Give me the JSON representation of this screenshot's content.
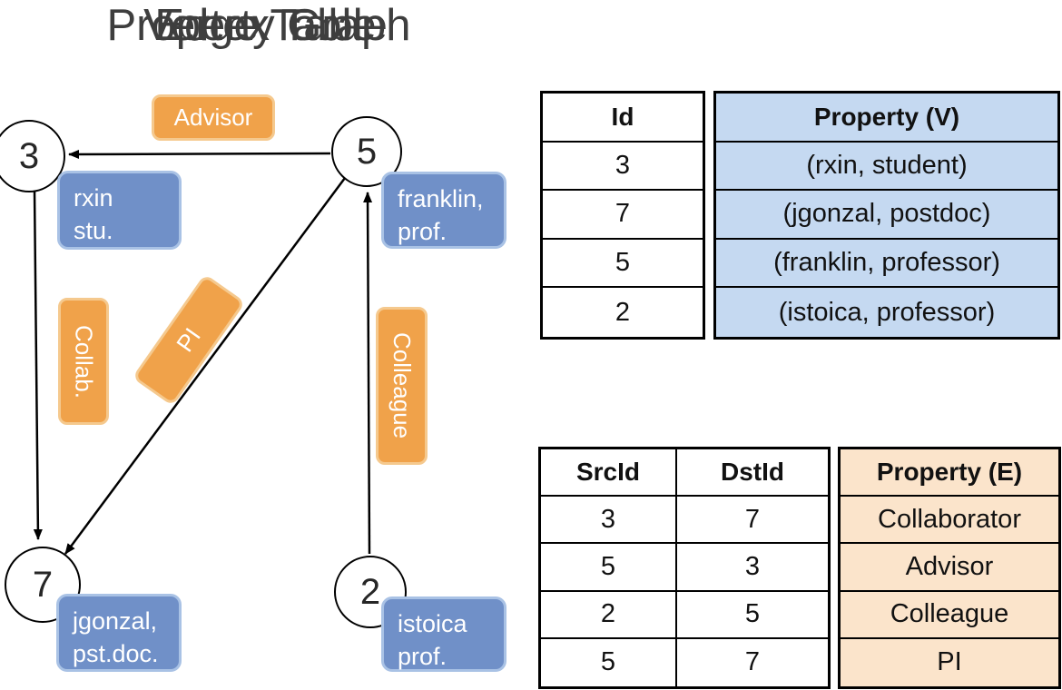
{
  "graph": {
    "title": "Property Graph",
    "nodes": [
      {
        "id": "3"
      },
      {
        "id": "5"
      },
      {
        "id": "7"
      },
      {
        "id": "2"
      }
    ],
    "vertex_labels": [
      {
        "line1": "rxin",
        "line2": "stu."
      },
      {
        "line1": "franklin,",
        "line2": "prof."
      },
      {
        "line1": "jgonzal,",
        "line2": "pst.doc."
      },
      {
        "line1": "istoica",
        "line2": "prof."
      }
    ],
    "edge_labels": {
      "advisor": "Advisor",
      "collab": "Collab.",
      "pi": "PI",
      "colleague": "Colleague"
    }
  },
  "vertex_table": {
    "title": "Vertex Table",
    "columns": {
      "id": "Id",
      "property": "Property (V)"
    },
    "rows": [
      {
        "id": "3",
        "property": "(rxin, student)"
      },
      {
        "id": "7",
        "property": "(jgonzal, postdoc)"
      },
      {
        "id": "5",
        "property": "(franklin, professor)"
      },
      {
        "id": "2",
        "property": "(istoica, professor)"
      }
    ]
  },
  "edge_table": {
    "title": "Edge Table",
    "columns": {
      "src": "SrcId",
      "dst": "DstId",
      "property": "Property (E)"
    },
    "rows": [
      {
        "src": "3",
        "dst": "7",
        "property": "Collaborator"
      },
      {
        "src": "5",
        "dst": "3",
        "property": "Advisor"
      },
      {
        "src": "2",
        "dst": "5",
        "property": "Colleague"
      },
      {
        "src": "5",
        "dst": "7",
        "property": "PI"
      }
    ]
  },
  "colors": {
    "vertex_box_fill": "#7090c8",
    "vertex_box_border": "#a9c2e5",
    "edge_box_fill": "#f0a24a",
    "edge_box_border": "#f5c98e",
    "vertex_column_bg": "#c5d9f1",
    "edge_column_bg": "#fbe4cb",
    "title_text": "#3e3e3e"
  }
}
